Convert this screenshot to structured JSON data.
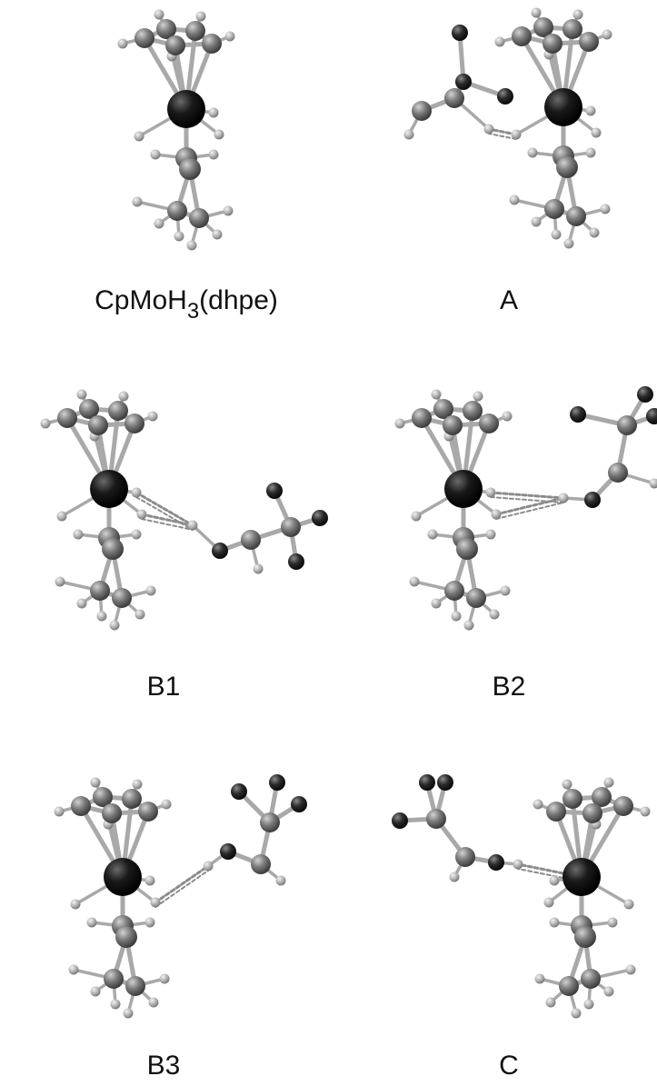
{
  "figure": {
    "panels": [
      {
        "id": "p1",
        "label_main": "CpMoH",
        "label_sub": "3",
        "label_tail": "(dhpe)",
        "hbond": false
      },
      {
        "id": "p2",
        "label": "A",
        "hbond": true
      },
      {
        "id": "p3",
        "label": "B1",
        "hbond": true
      },
      {
        "id": "p4",
        "label": "B2",
        "hbond": true
      },
      {
        "id": "p5",
        "label": "B3",
        "hbond": true
      },
      {
        "id": "p6",
        "label": "C",
        "hbond": true
      }
    ],
    "colors": {
      "metal": "#0d0d0d",
      "carbon_phosphorus": "#6e6e6e",
      "hydrogen": "#b4b4b4",
      "heteroatom": "#1e1e1e",
      "bond": "#a9a9a9",
      "hbond": "#8c8c8c"
    }
  }
}
